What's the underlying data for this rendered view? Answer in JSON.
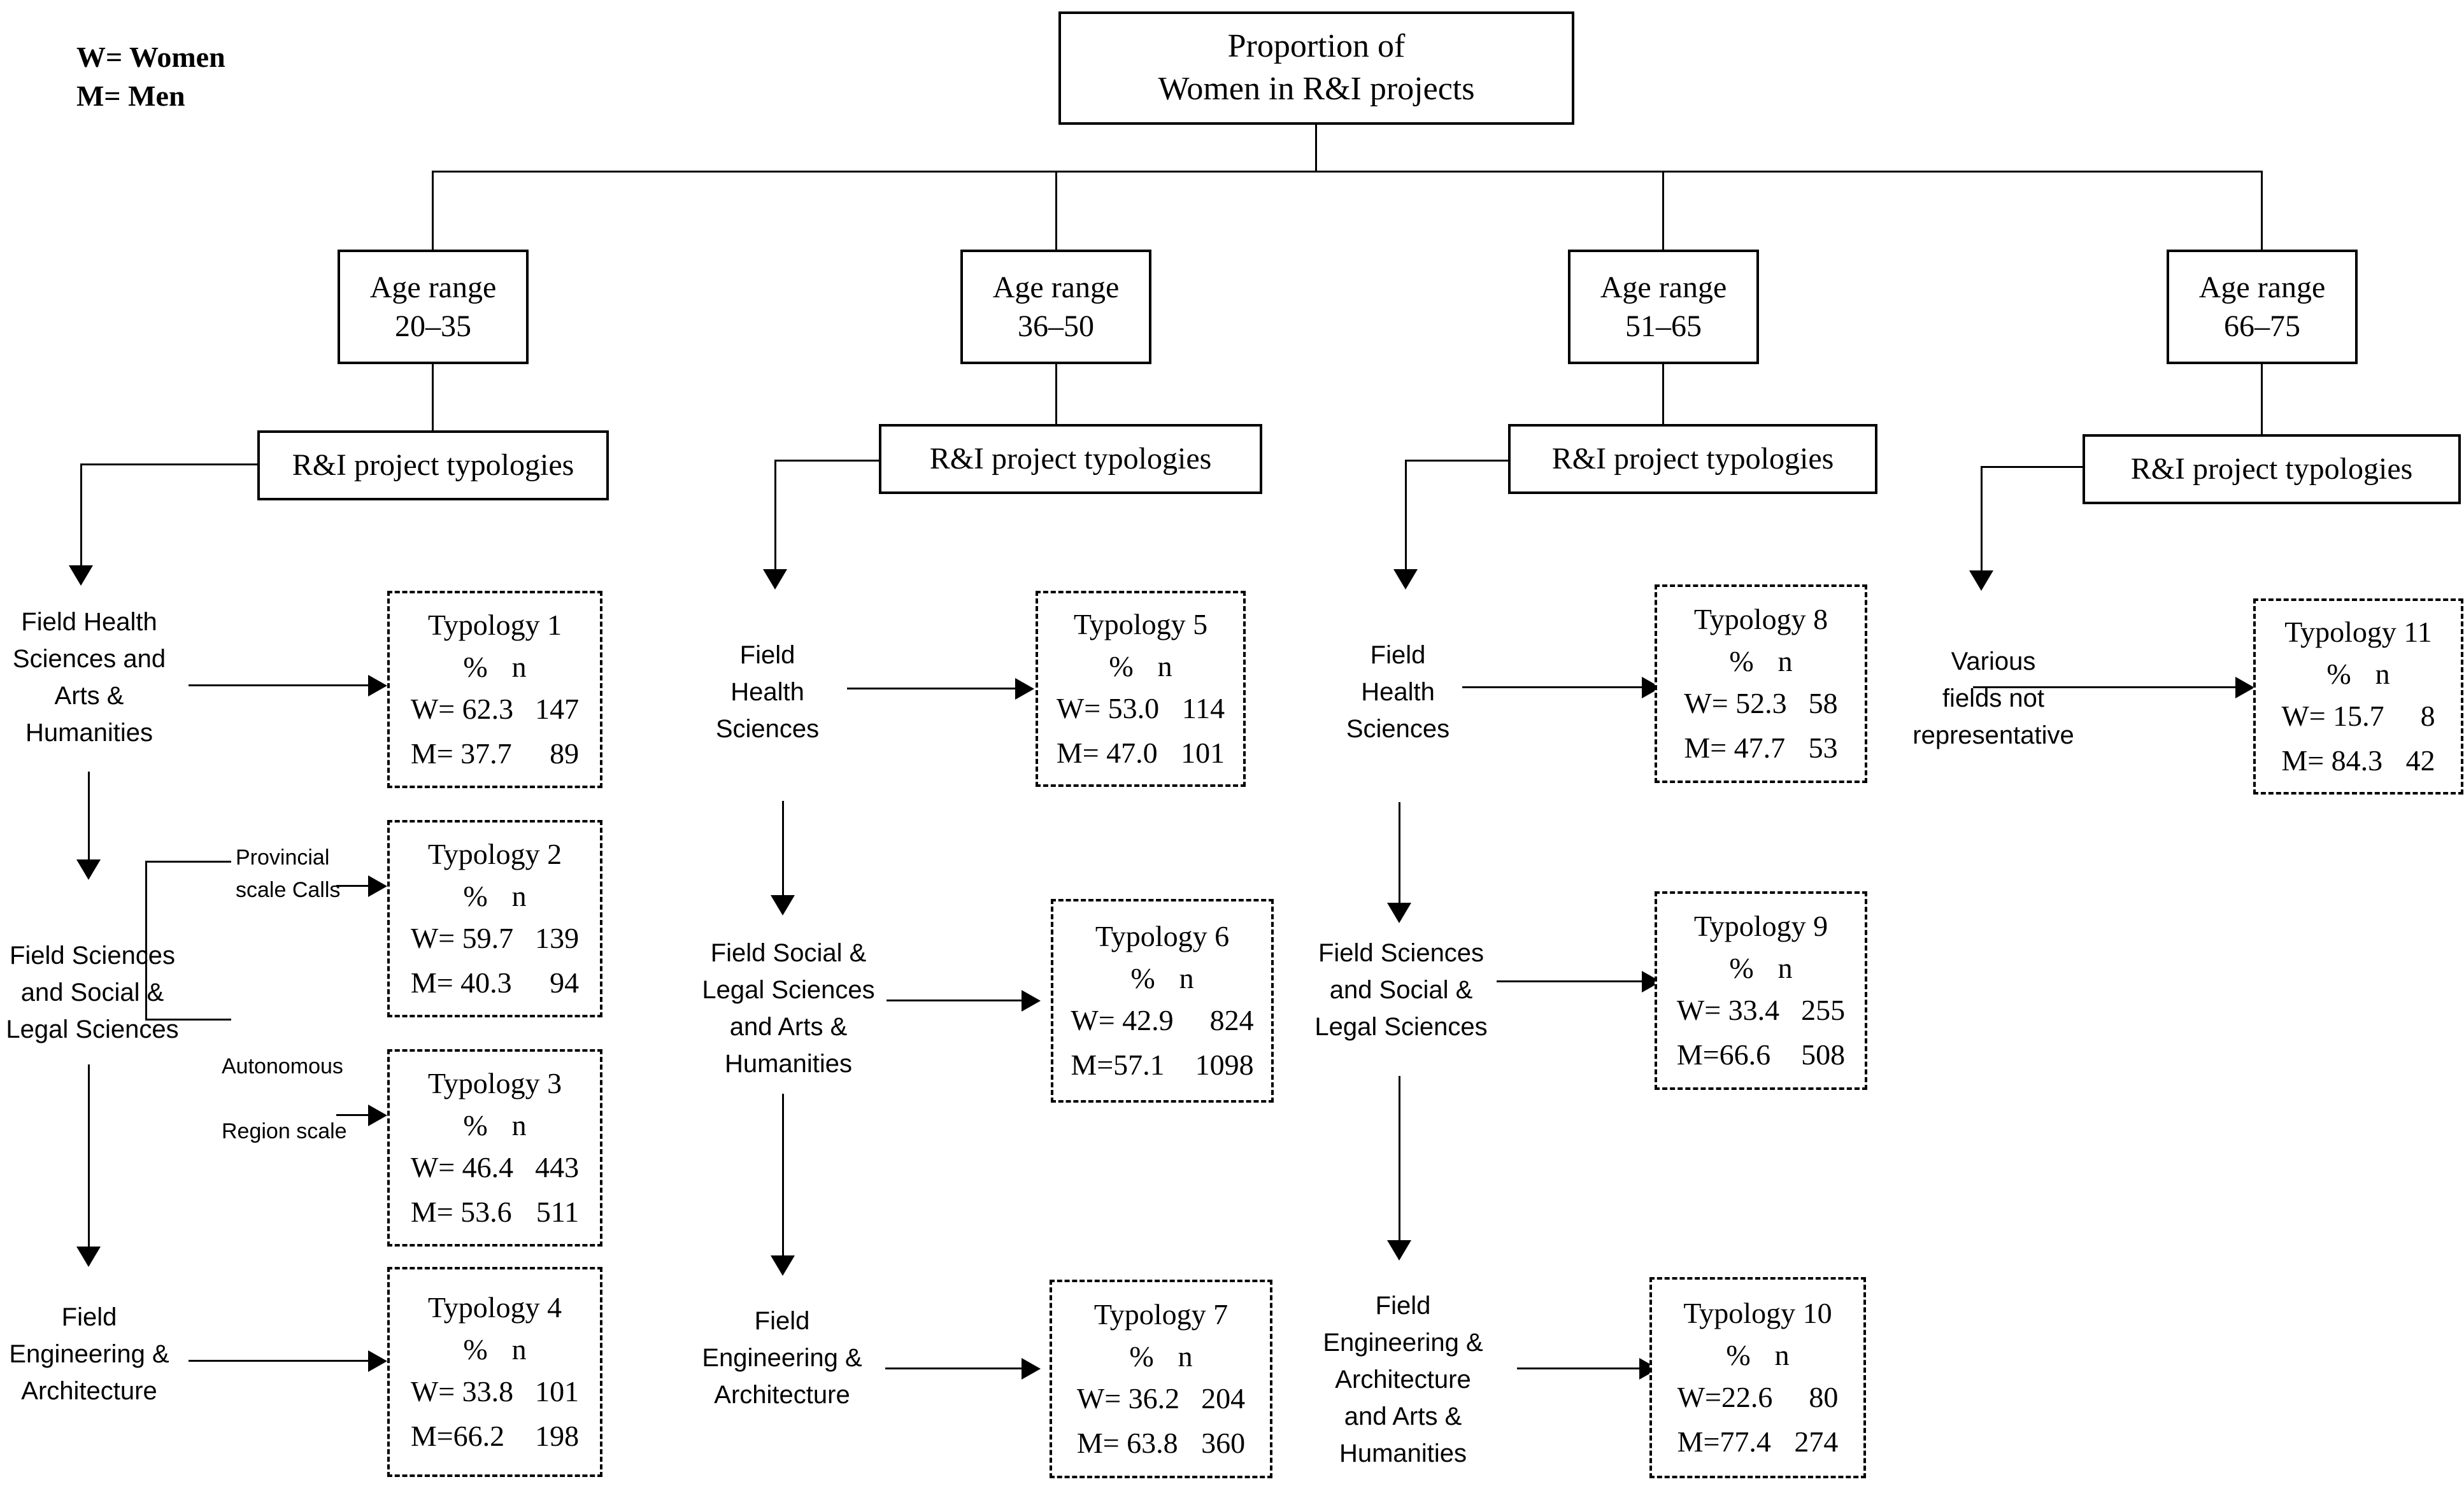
{
  "legend": {
    "lines": "W= Women\nM= Men"
  },
  "root": {
    "title": "Proportion of\nWomen in R&I projects"
  },
  "age_groups": [
    {
      "id": "g1",
      "label": "Age range\n20–35",
      "typologies_label": "R&I project typologies"
    },
    {
      "id": "g2",
      "label": "Age range\n36–50",
      "typologies_label": "R&I project typologies"
    },
    {
      "id": "g3",
      "label": "Age range\n51–65",
      "typologies_label": "R&I project typologies"
    },
    {
      "id": "g4",
      "label": "Age range\n66–75",
      "typologies_label": "R&I project typologies"
    }
  ],
  "fields": {
    "c1_f1": "Field Health\nSciences and\nArts &\nHumanities",
    "c1_f2": "Field Sciences\nand Social &\nLegal Sciences",
    "c1_f3": "Field\nEngineering &\nArchitecture",
    "c2_f1": "Field\nHealth\nSciences",
    "c2_f2": "Field Social &\nLegal Sciences\nand Arts &\nHumanities",
    "c2_f3": "Field\nEngineering &\nArchitecture",
    "c3_f1": "Field\nHealth\nSciences",
    "c3_f2": "Field Sciences\nand Social &\nLegal Sciences",
    "c3_f3": "Field\nEngineering &\nArchitecture\nand Arts &\nHumanities",
    "c4_f1": "Various\nfields not\nrepresentative"
  },
  "scale_labels": {
    "provincial": "Provincial\nscale Calls",
    "autonomous": "Autonomous\n\nRegion scale"
  },
  "typology_header": {
    "pct": "%",
    "n": "n"
  },
  "typologies": [
    {
      "id": "t1",
      "name": "Typology 1",
      "women_label": "W=",
      "women_pct": "62.3",
      "women_n": "147",
      "men_label": "M=",
      "men_pct": "37.7",
      "men_n": "89"
    },
    {
      "id": "t2",
      "name": "Typology 2",
      "women_label": "W=",
      "women_pct": "59.7",
      "women_n": "139",
      "men_label": "M=",
      "men_pct": "40.3",
      "men_n": "94"
    },
    {
      "id": "t3",
      "name": "Typology 3",
      "women_label": "W=",
      "women_pct": "46.4",
      "women_n": "443",
      "men_label": "M=",
      "men_pct": "53.6",
      "men_n": "511"
    },
    {
      "id": "t4",
      "name": "Typology 4",
      "women_label": "W=",
      "women_pct": "33.8",
      "women_n": "101",
      "men_label": "M=",
      "men_pct": "66.2",
      "men_n": "198"
    },
    {
      "id": "t5",
      "name": "Typology 5",
      "women_label": "W=",
      "women_pct": "53.0",
      "women_n": "114",
      "men_label": "M=",
      "men_pct": "47.0",
      "men_n": "101"
    },
    {
      "id": "t6",
      "name": "Typology 6",
      "women_label": "W=",
      "women_pct": "42.9",
      "women_n": "824",
      "men_label": "M=",
      "men_pct": "57.1",
      "men_n": "1098"
    },
    {
      "id": "t7",
      "name": "Typology 7",
      "women_label": "W=",
      "women_pct": "36.2",
      "women_n": "204",
      "men_label": "M=",
      "men_pct": "63.8",
      "men_n": "360"
    },
    {
      "id": "t8",
      "name": "Typology 8",
      "women_label": "W=",
      "women_pct": "52.3",
      "women_n": "58",
      "men_label": "M=",
      "men_pct": "47.7",
      "men_n": "53"
    },
    {
      "id": "t9",
      "name": "Typology 9",
      "women_label": "W=",
      "women_pct": "33.4",
      "women_n": "255",
      "men_label": "M=",
      "men_pct": "66.6",
      "men_n": "508"
    },
    {
      "id": "t10",
      "name": "Typology 10",
      "women_label": "W=",
      "women_pct": "22.6",
      "women_n": "80",
      "men_label": "M=",
      "men_pct": "77.4",
      "men_n": "274"
    },
    {
      "id": "t11",
      "name": "Typology 11",
      "women_label": "W=",
      "women_pct": "15.7",
      "women_n": "8",
      "men_label": "M=",
      "men_pct": "84.3",
      "men_n": "42"
    }
  ],
  "colors": {
    "stroke": "#000000",
    "background": "#ffffff"
  }
}
